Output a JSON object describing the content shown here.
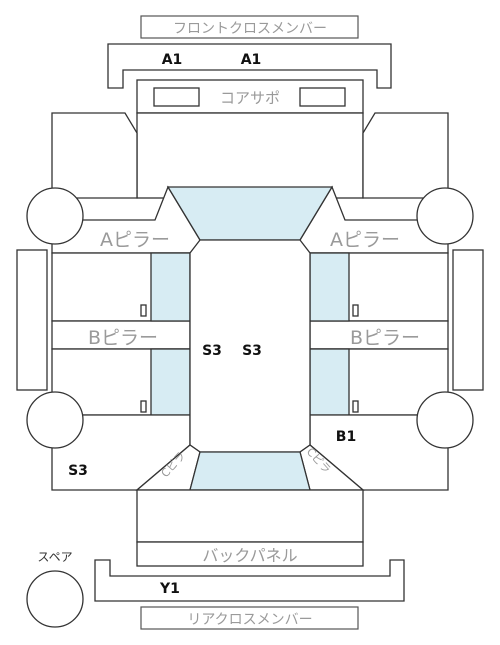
{
  "labels": {
    "front_cross_member": "フロントクロスメンバー",
    "core_support": "コアサポ",
    "a_pillar_left": "Aピラー",
    "a_pillar_right": "Aピラー",
    "b_pillar_left": "Bピラー",
    "b_pillar_right": "Bピラー",
    "back_panel": "バックパネル",
    "rear_cross_member": "リアクロスメンバー",
    "spare": "スペア",
    "c_pillar_left": "Cピラ",
    "c_pillar_right": "Cピラ"
  },
  "codes": {
    "a1_left": "A1",
    "a1_right": "A1",
    "s3_center_left": "S3",
    "s3_center_right": "S3",
    "s3_lower_left": "S3",
    "b1": "B1",
    "y1": "Y1"
  },
  "colors": {
    "glass": "#d7ecf3",
    "outline": "#333333",
    "label_gray": "#9a9a9a"
  }
}
